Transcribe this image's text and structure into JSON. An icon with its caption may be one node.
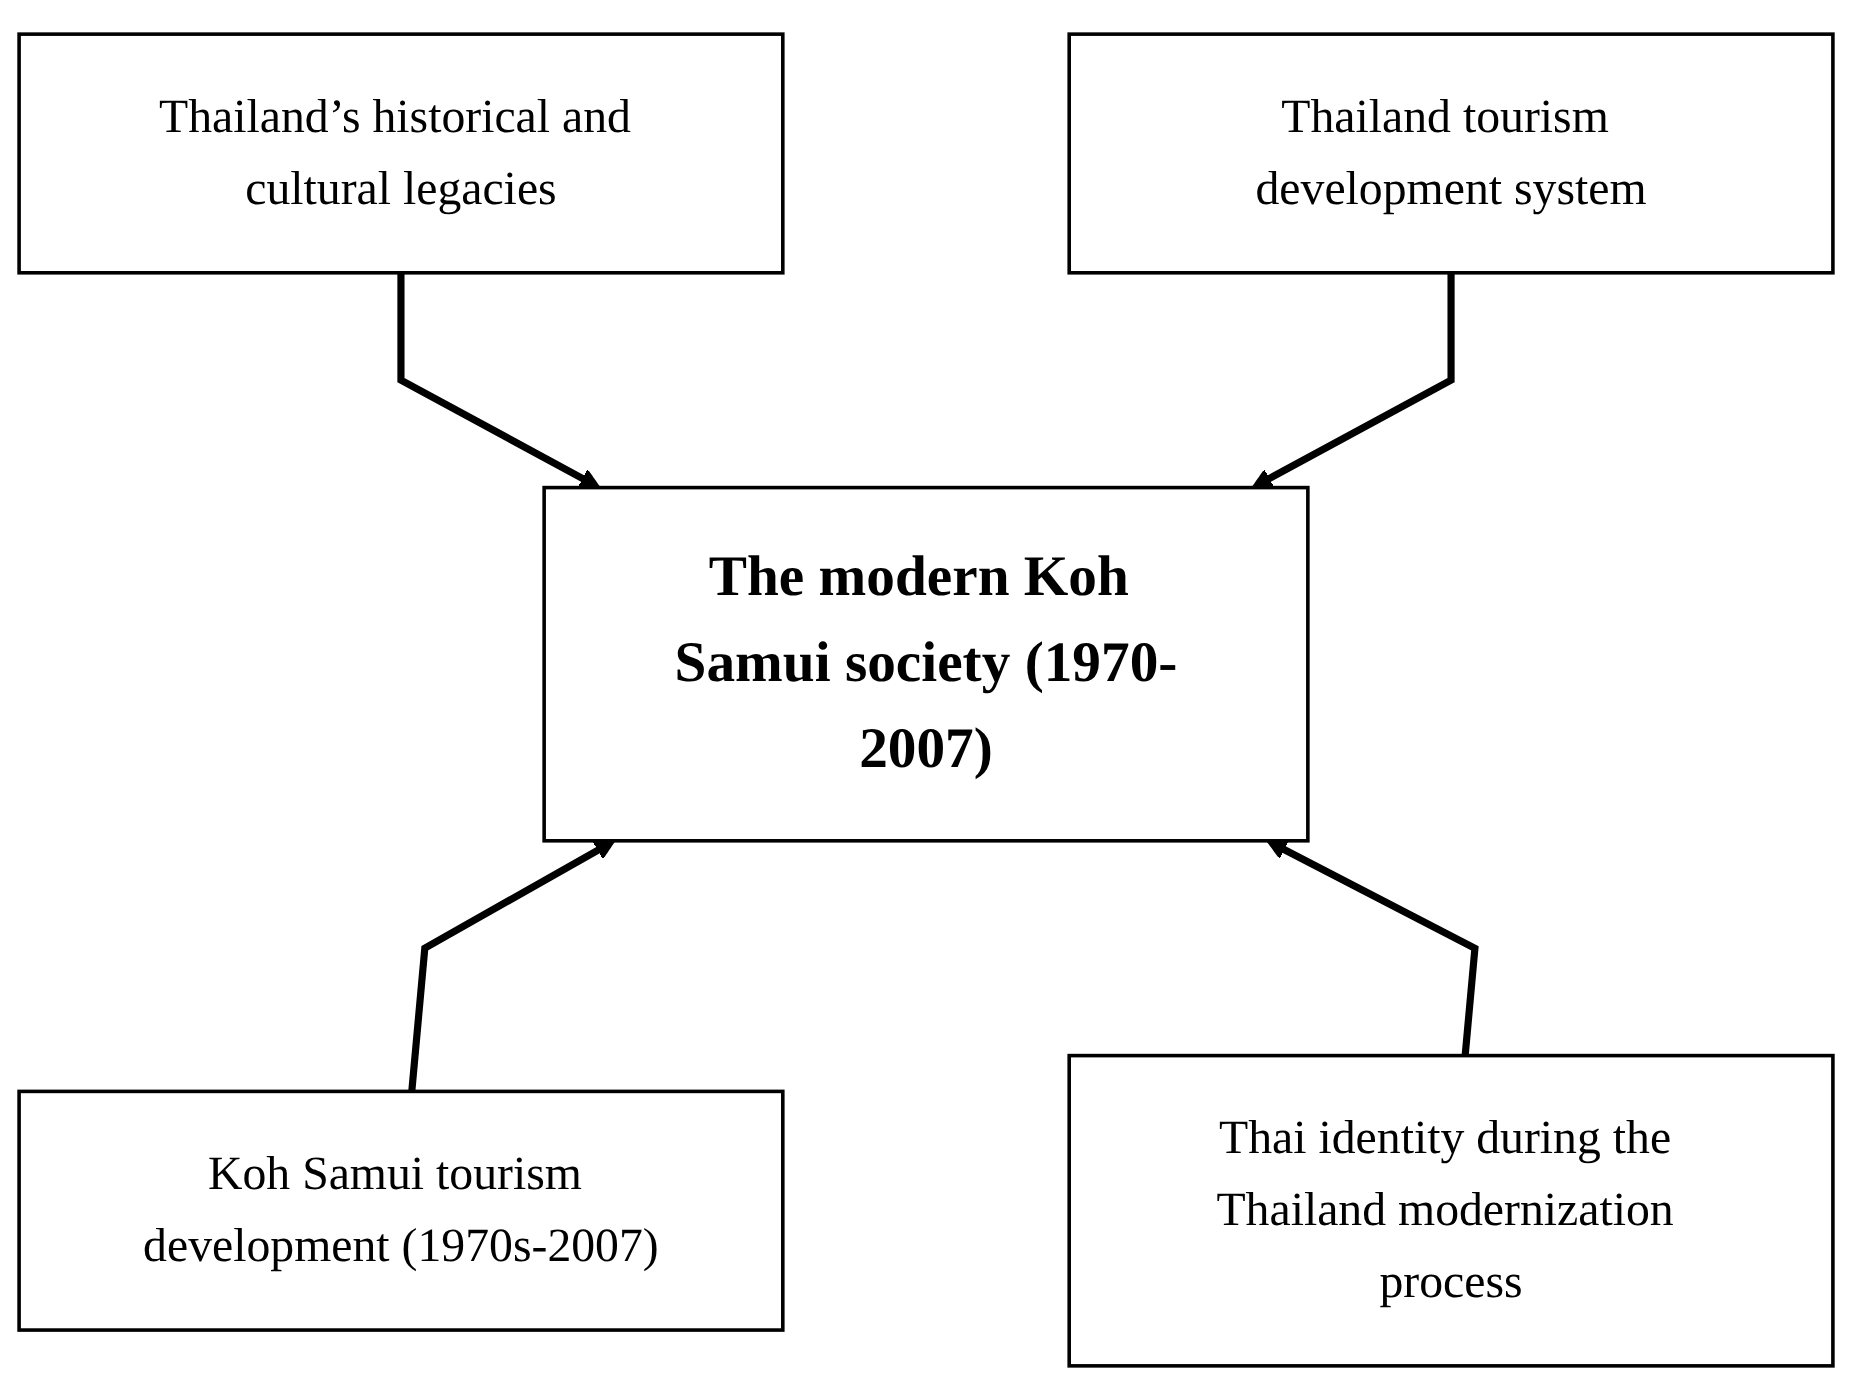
{
  "diagram": {
    "nodes": [
      {
        "text": [
          "Thailand’s historical and cultural legacies"
        ]
      },
      {
        "text": [
          "Thailand tourism development system"
        ]
      },
      {
        "text": [
          "The modern Koh Samui society (1970-2007)"
        ]
      },
      {
        "text": [
          "Koh Samui tourism development (1970s-2007)"
        ]
      },
      {
        "text": [
          "Thai identity during the Thailand modernization process"
        ]
      }
    ],
    "edges": [
      {
        "from": 0,
        "to": 2,
        "arrow": "to"
      },
      {
        "from": 1,
        "to": 2,
        "arrow": "to"
      },
      {
        "from": 3,
        "to": 2,
        "arrow": "to"
      },
      {
        "from": 4,
        "to": 2,
        "arrow": "to"
      }
    ]
  }
}
